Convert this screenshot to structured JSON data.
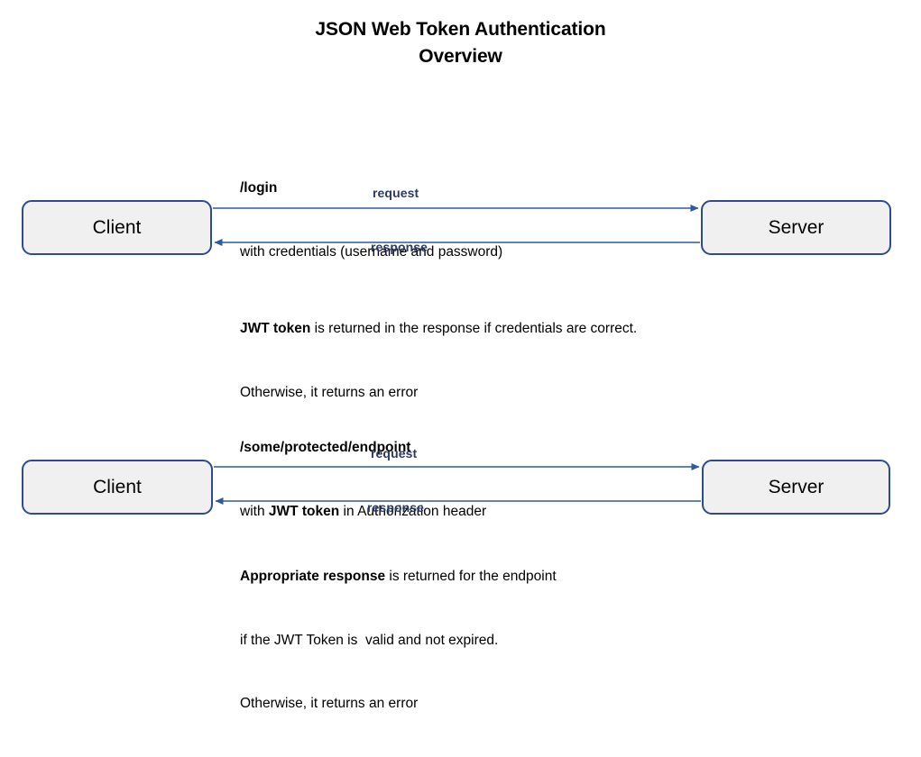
{
  "title": {
    "line1": "JSON Web Token Authentication",
    "line2": "Overview"
  },
  "colors": {
    "box_fill": "#f0f0f0",
    "box_border": "#2e4b8b",
    "arrow": "#2e5aa0",
    "label_text": "#2a3b66",
    "text": "#000000",
    "background": "#ffffff"
  },
  "flows": [
    {
      "id": "login-flow",
      "note_top": {
        "line1_bold": "/login",
        "line2": "with credentials (username and password)"
      },
      "client_label": "Client",
      "server_label": "Server",
      "request_label": "request",
      "response_label": "response",
      "note_bottom": {
        "line1_bold": "JWT token",
        "line1_rest": " is returned in the response if credentials are correct.",
        "line2": "Otherwise, it returns an error"
      }
    },
    {
      "id": "protected-endpoint-flow",
      "note_top": {
        "line1_bold": "/some/protected/endpoint",
        "line2_pre": "with ",
        "line2_bold": "JWT token",
        "line2_post": " in Authorization header"
      },
      "client_label": "Client",
      "server_label": "Server",
      "request_label": "request",
      "response_label": "response",
      "note_bottom": {
        "line1_bold": "Appropriate response",
        "line1_rest": " is returned for the endpoint",
        "line2": "if the JWT Token is  valid and not expired.",
        "line3": "Otherwise, it returns an error"
      }
    }
  ]
}
